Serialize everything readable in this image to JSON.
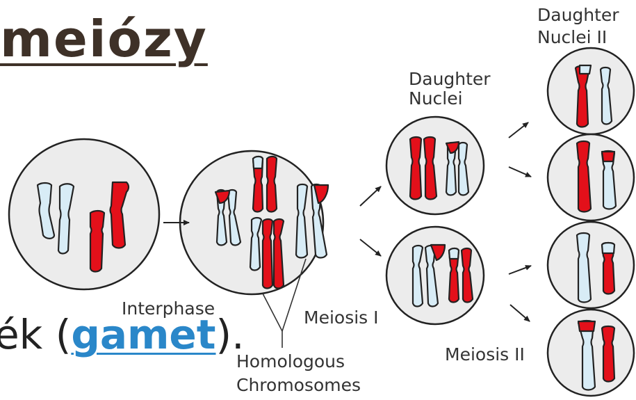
{
  "slide": {
    "title_fragment": "meiózy",
    "text_before_link": "ék (",
    "link_text": "gamet",
    "text_after_link": ")."
  },
  "diagram": {
    "labels": {
      "interphase": "Interphase",
      "homologous_line1": "Homologous",
      "homologous_line2": "Chromosomes",
      "meiosis1": "Meiosis I",
      "daughter1_line1": "Daughter",
      "daughter1_line2": "Nuclei",
      "daughter2_line1": "Daughter",
      "daughter2_line2": "Nuclei II",
      "meiosis2": "Meiosis II"
    },
    "colors": {
      "cell_fill": "#ececec",
      "outline": "#222222",
      "paternal": "#e3101a",
      "maternal": "#d8ecf6"
    }
  }
}
